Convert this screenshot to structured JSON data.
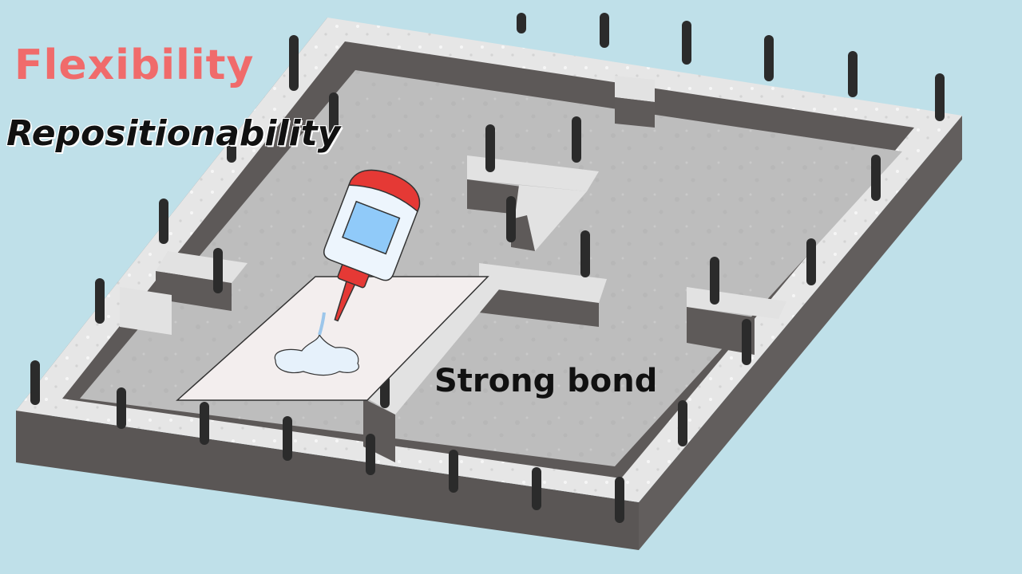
{
  "labels": {
    "flexibility": "Flexibility",
    "repositionability": "Repositionability",
    "strong_bond": "Strong bond"
  },
  "colors": {
    "background": "#bfe0e9",
    "flexibility_text": "#f06b6b",
    "text": "#111111",
    "concrete_top": "#e6e6e6",
    "concrete_side": "#5e5a59",
    "concrete_floor": "#bcbcbc",
    "rebar": "#2b2b2b",
    "glue_cap": "#e53935",
    "glue_label": "#90caf9",
    "paper": "#f3eeee"
  },
  "icons": {
    "foundation": "concrete-foundation-illustration",
    "glue": "glue-bottle-icon",
    "paper": "paper-sheet"
  }
}
